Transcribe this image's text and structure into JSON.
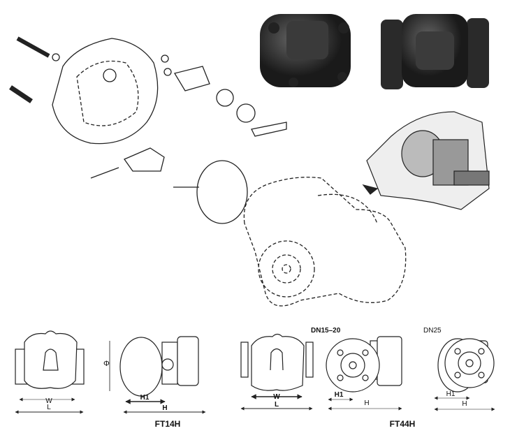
{
  "ft14h": {
    "model": "FT14H",
    "front": {
      "width_label": "W",
      "length_label": "L"
    },
    "side": {
      "diameter_label": "Φ",
      "h1_label": "H1",
      "h_label": "H"
    }
  },
  "ft44h": {
    "model": "FT44H",
    "front": {
      "width_label": "W",
      "length_label": "L"
    },
    "dn15_20": {
      "size_label": "DN15–20",
      "h1_label": "H1",
      "h_label": "H"
    },
    "dn25": {
      "size_label": "DN25",
      "h1_label": "H1",
      "h_label": "H"
    }
  }
}
